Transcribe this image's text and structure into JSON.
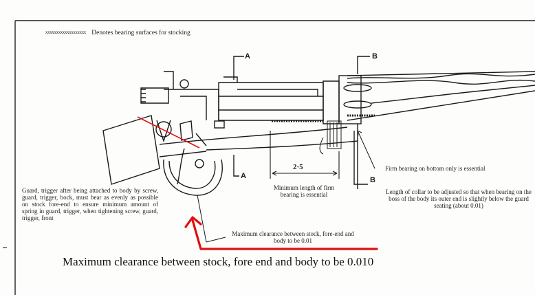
{
  "legend": {
    "hatch": "xxxxxxxxxxxxxxxxxxx",
    "text": "Denotes bearing surfaces for stocking"
  },
  "section_labels": {
    "a_top": "A",
    "a_bottom": "A",
    "b_top": "B",
    "b_bottom": "B"
  },
  "dimension": "2·5",
  "notes": {
    "guard": "Guard, trigger after being attached to body by screw, guard, trigger, bock, must bear as evenly as possible on stock fore-end to ensure minimum amount of spring in guard, trigger, when tightening screw, guard, trigger, front",
    "min_length": "Minimum length of firm bearing is essential",
    "firm_bearing": "Firm bearing on bottom only is essential",
    "collar": "Length of collar to be adjusted so that when bearing on the boss of the body its outer end is slightly below the guard seating (about 0.01)",
    "clearance_small": "Maximum clearance between stock, fore-end and body to be 0.01"
  },
  "callout": "Maximum clearance between stock, fore end and body to be  0.010",
  "colors": {
    "line": "#1a1a1a",
    "annotation": "#e01010"
  }
}
